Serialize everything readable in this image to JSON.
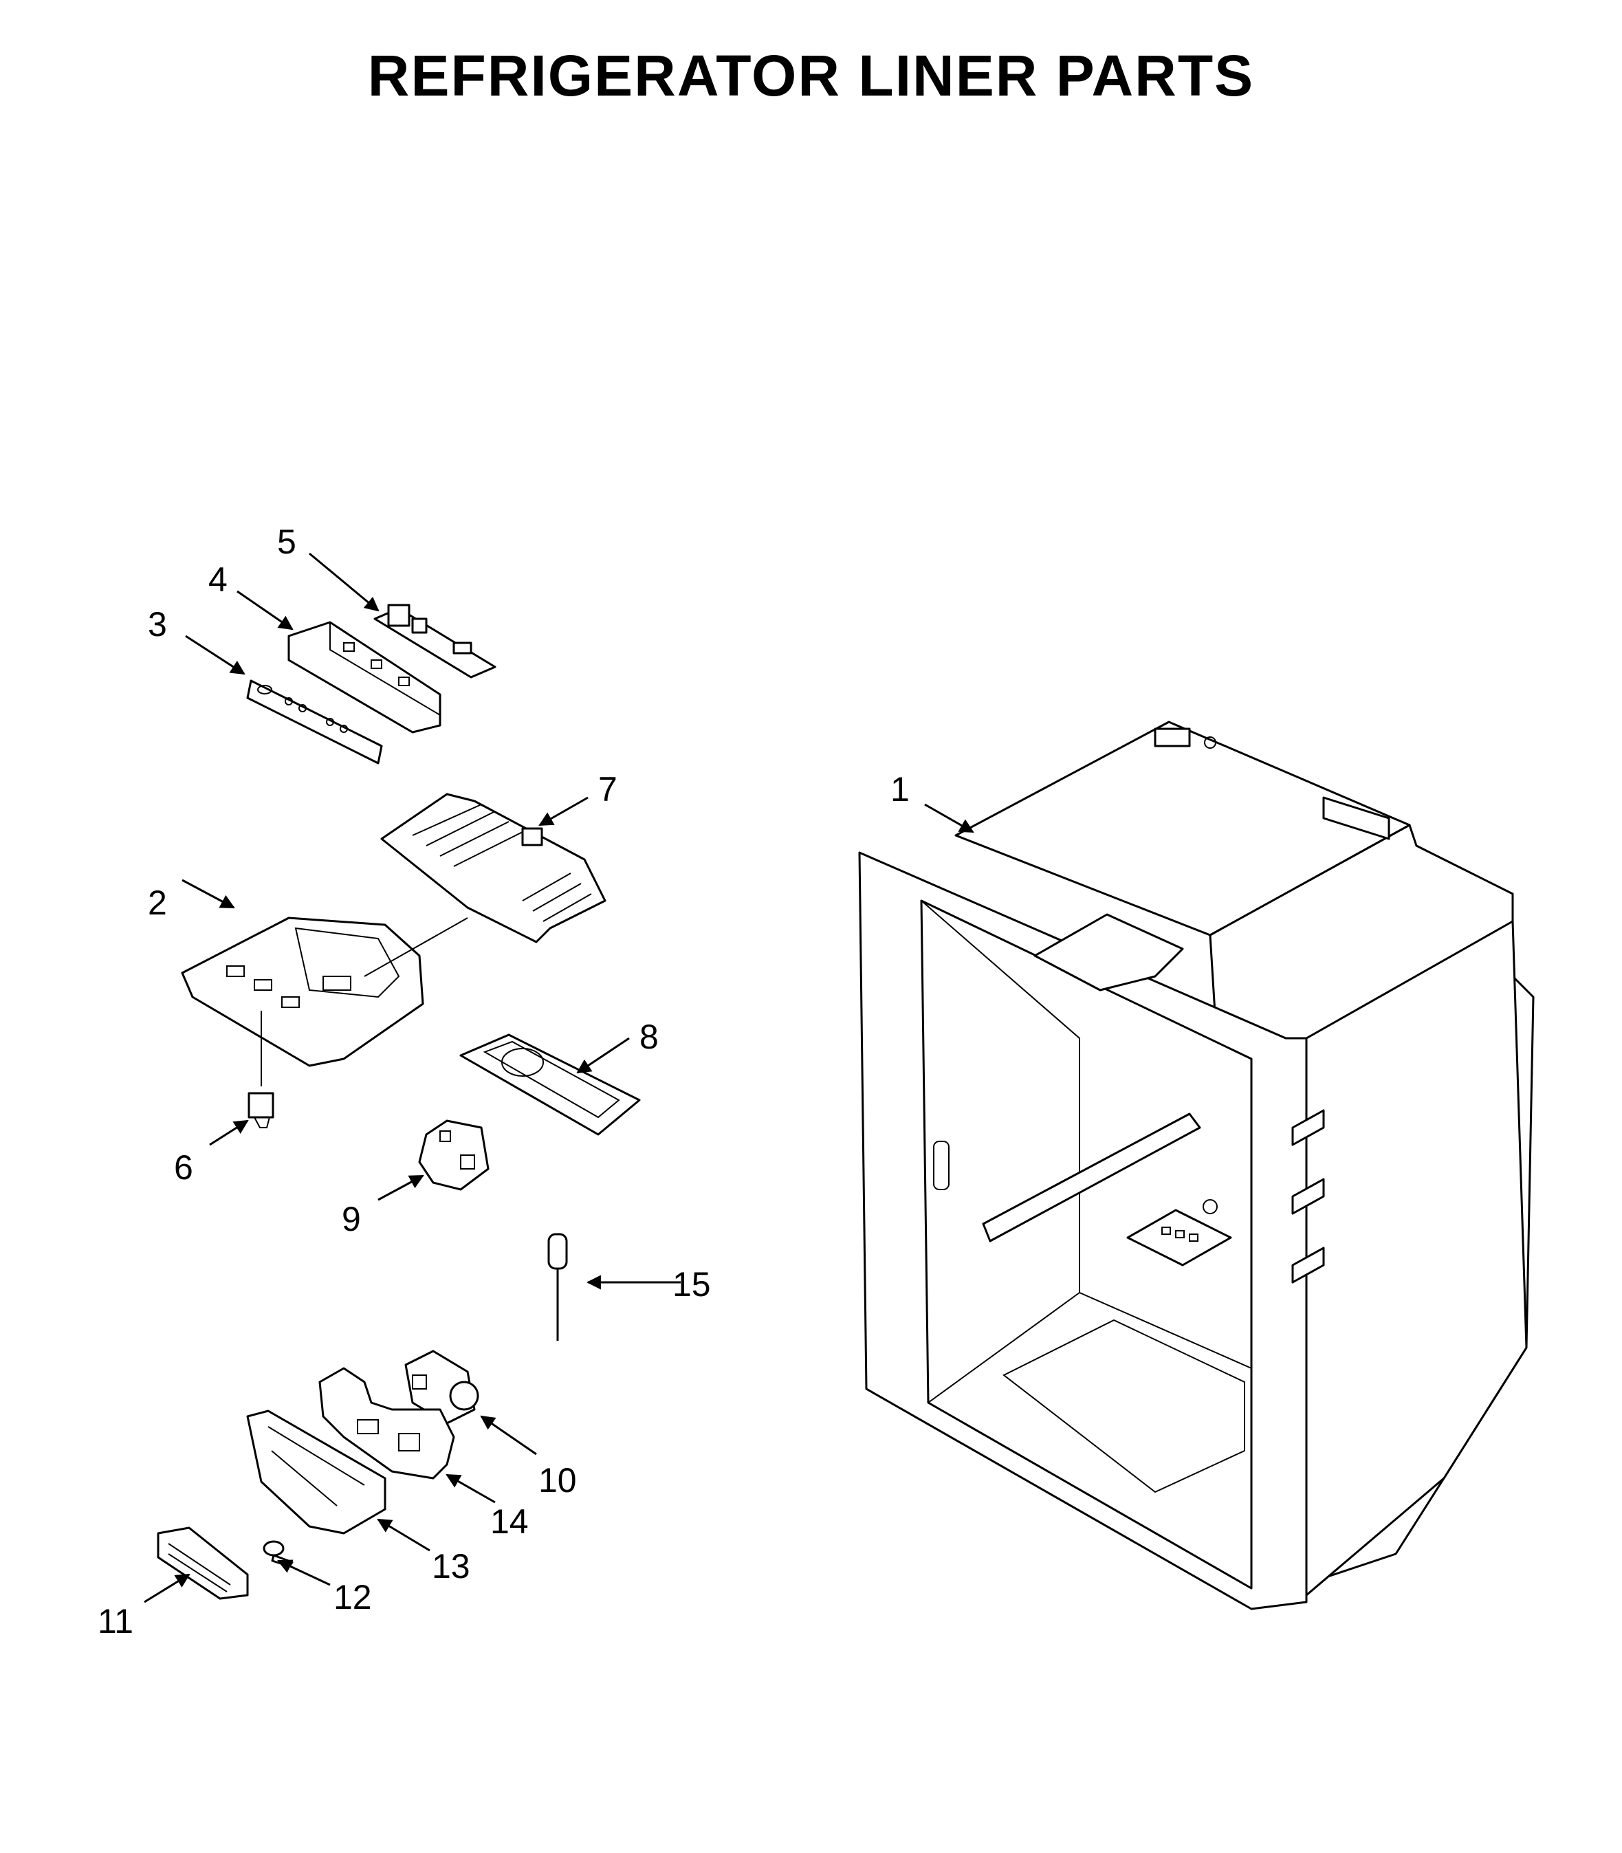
{
  "title": "REFRIGERATOR LINER PARTS",
  "callouts": [
    "1",
    "2",
    "3",
    "4",
    "5",
    "6",
    "7",
    "8",
    "9",
    "10",
    "11",
    "12",
    "13",
    "14",
    "15"
  ]
}
